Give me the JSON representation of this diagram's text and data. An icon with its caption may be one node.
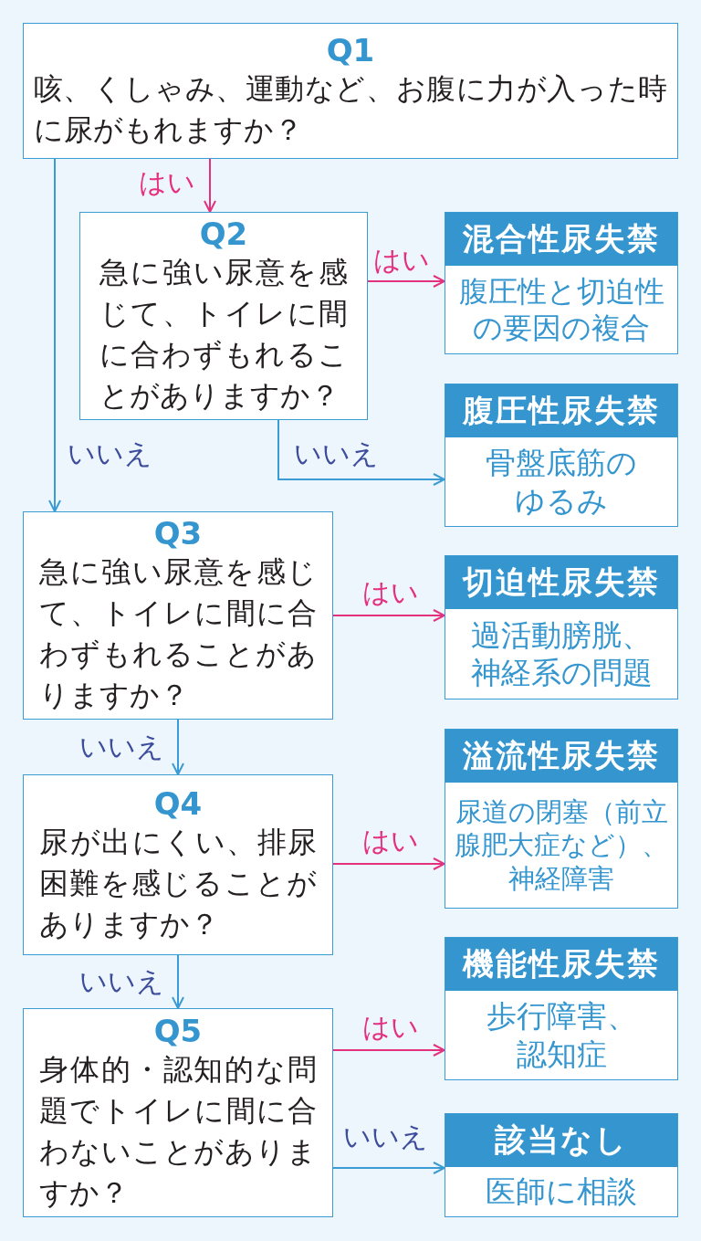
{
  "diagram": {
    "nodes": [
      {
        "text": [
          "Q1",
          "咳、くしゃみ、運動など、お腹に力が入った時に尿がもれますか？"
        ]
      },
      {
        "text": [
          "Q2",
          "急に強い尿意を感じて、トイレに間に合わずもれることがありますか？"
        ]
      },
      {
        "text": [
          "混合性尿失禁",
          "腹圧性と切迫性の要因の複合"
        ]
      },
      {
        "text": [
          "腹圧性尿失禁",
          "骨盤底筋のゆるみ"
        ]
      },
      {
        "text": [
          "Q3",
          "急に強い尿意を感じて、トイレに間に合わずもれることがありますか？"
        ]
      },
      {
        "text": [
          "切迫性尿失禁",
          "過活動膀胱、神経系の問題"
        ]
      },
      {
        "text": [
          "Q4",
          "尿が出にくい、排尿困難を感じることがありますか？"
        ]
      },
      {
        "text": [
          "溢流性尿失禁",
          "尿道の閉塞（前立腺肥大症など）、神経障害"
        ]
      },
      {
        "text": [
          "Q5",
          "身体的・認知的な問題でトイレに間に合わないことがありますか？"
        ]
      },
      {
        "text": [
          "機能性尿失禁",
          "歩行障害、認知症"
        ]
      },
      {
        "text": [
          "該当なし",
          "医師に相談"
        ]
      }
    ],
    "edges": [
      {
        "from": 0,
        "to": 1,
        "arrow": "to",
        "label": "はい",
        "color": "#e4317f"
      },
      {
        "from": 1,
        "to": 2,
        "arrow": "to",
        "label": "はい",
        "color": "#e4317f"
      },
      {
        "from": 1,
        "to": 3,
        "arrow": "to",
        "label": "いいえ",
        "color": "#3b9bd3"
      },
      {
        "from": 0,
        "to": 4,
        "arrow": "to",
        "label": "いいえ",
        "color": "#3b9bd3"
      },
      {
        "from": 4,
        "to": 5,
        "arrow": "to",
        "label": "はい",
        "color": "#e4317f"
      },
      {
        "from": 4,
        "to": 6,
        "arrow": "to",
        "label": "いいえ",
        "color": "#3b9bd3"
      },
      {
        "from": 6,
        "to": 7,
        "arrow": "to",
        "label": "はい",
        "color": "#e4317f"
      },
      {
        "from": 6,
        "to": 8,
        "arrow": "to",
        "label": "いいえ",
        "color": "#3b9bd3"
      },
      {
        "from": 8,
        "to": 9,
        "arrow": "to",
        "label": "はい",
        "color": "#e4317f"
      },
      {
        "from": 8,
        "to": 10,
        "arrow": "to",
        "label": "いいえ",
        "color": "#3b9bd3"
      }
    ]
  }
}
